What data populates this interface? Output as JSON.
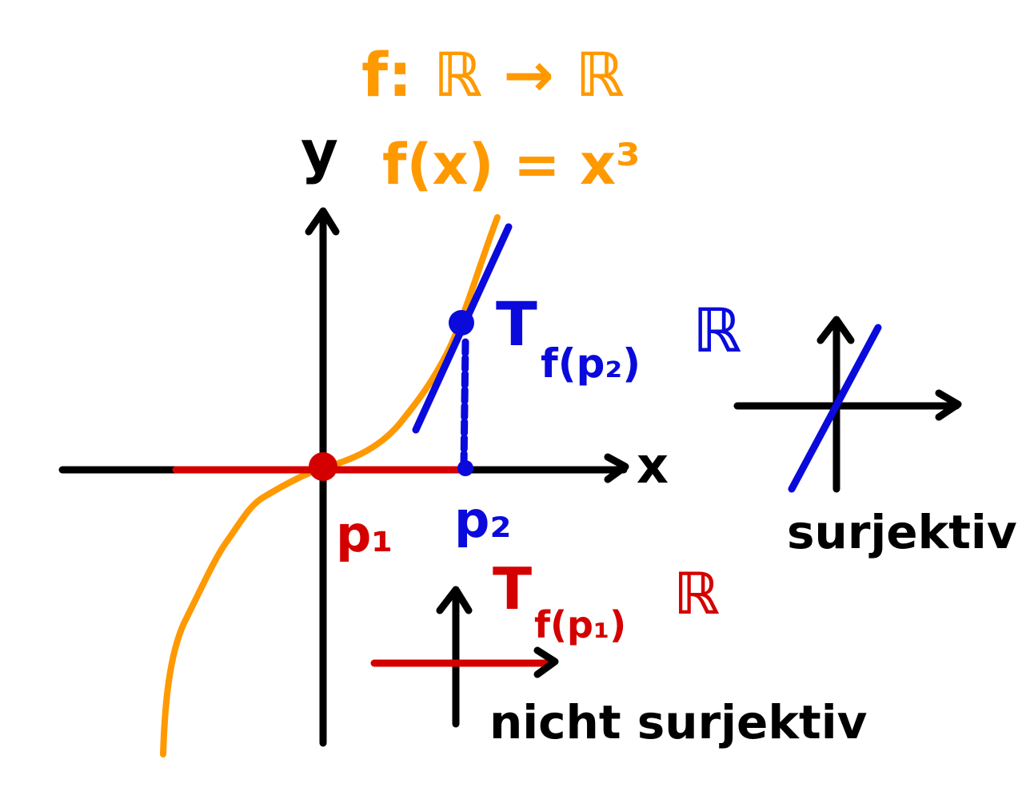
{
  "colors": {
    "function": "#ff9900",
    "tangent_p2": "#0a0adc",
    "tangent_p1": "#d40000",
    "axes": "#000000"
  },
  "labels": {
    "map_line": "f: ℝ → ℝ",
    "func_line": "f(x) = x³",
    "y_axis": "y",
    "x_axis": "x",
    "p1": "p₁",
    "p2": "p₂",
    "tangent_space_p2": "T",
    "tangent_space_p2_sub": "f(p₂)",
    "tangent_space_p2_R": "ℝ",
    "tangent_space_p1": "T",
    "tangent_space_p1_sub": "f(p₁)",
    "tangent_space_p1_R": "ℝ",
    "surjective": "surjektiv",
    "not_surjective": "nicht surjektiv"
  }
}
